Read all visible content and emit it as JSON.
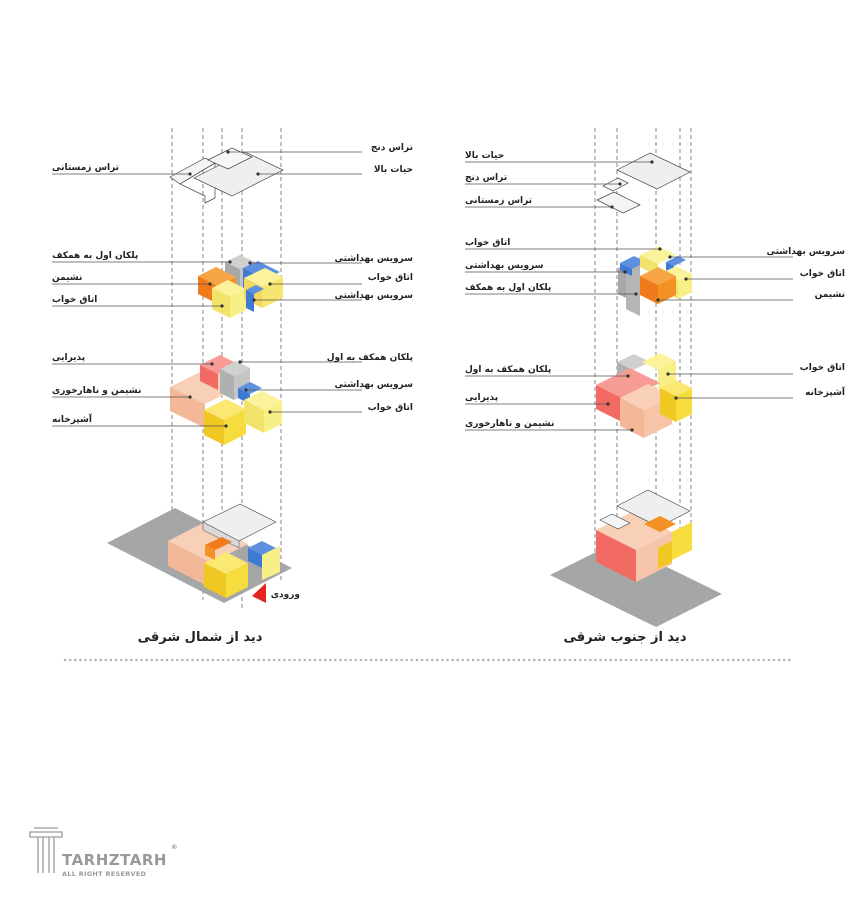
{
  "colors": {
    "gray": "#b9b9b9",
    "site": "#a5a6a6",
    "yellow": "#f7dc3e",
    "pale_yellow": "#f8ef86",
    "orange": "#f39224",
    "red": "#f26a64",
    "salmon": "#f3b898",
    "blue": "#3d7ad3",
    "entrance": "#e5231f"
  },
  "left_view": {
    "caption": "دید از شمال شرقی",
    "roof": {
      "terrace_top": "تراس دنج",
      "upper_yard": "حیات بالا",
      "winter_terrace": "تراس زمستانی"
    },
    "floor2": {
      "stair_first_to_roof": "پلکان اول به همکف",
      "living": "نشیمن",
      "bedroom_left": "اتاق خواب",
      "wc_top": "سرویس بهداشتی",
      "bedroom_right": "اتاق خواب",
      "wc_bottom": "سرویس بهداشتی"
    },
    "floor1": {
      "reception": "پذیرایی",
      "living_dining": "نشیمن و ناهارخوری",
      "kitchen": "آشپزخانه",
      "stair_ground_first": "پلکان همکف به اول",
      "wc": "سرویس بهداشتی",
      "bedroom": "اتاق خواب"
    },
    "entrance": "ورودی"
  },
  "right_view": {
    "caption": "دید از جنوب شرقی",
    "roof": {
      "upper_yard": "حیات بالا",
      "terrace_top": "تراس دنج",
      "winter_terrace": "تراس زمستانی"
    },
    "floor2": {
      "bedroom": "اتاق خواب",
      "wc": "سرویس بهداشتی",
      "stair_first_to_roof": "پلکان اول به همکف",
      "wc_right": "سرویس بهداشتی",
      "bedroom_right": "اتاق خواب",
      "living": "نشیمن"
    },
    "floor1": {
      "stair_ground_first": "پلکان همکف به اول",
      "reception": "پذیرایی",
      "living_dining": "نشیمن و ناهارخوری",
      "bedroom": "اتاق خواب",
      "kitchen": "آشپزخانه"
    }
  },
  "watermark": {
    "brand": "TARHZTARH",
    "rights": "ALL RIGHT RESERVED",
    "mark": "®"
  }
}
